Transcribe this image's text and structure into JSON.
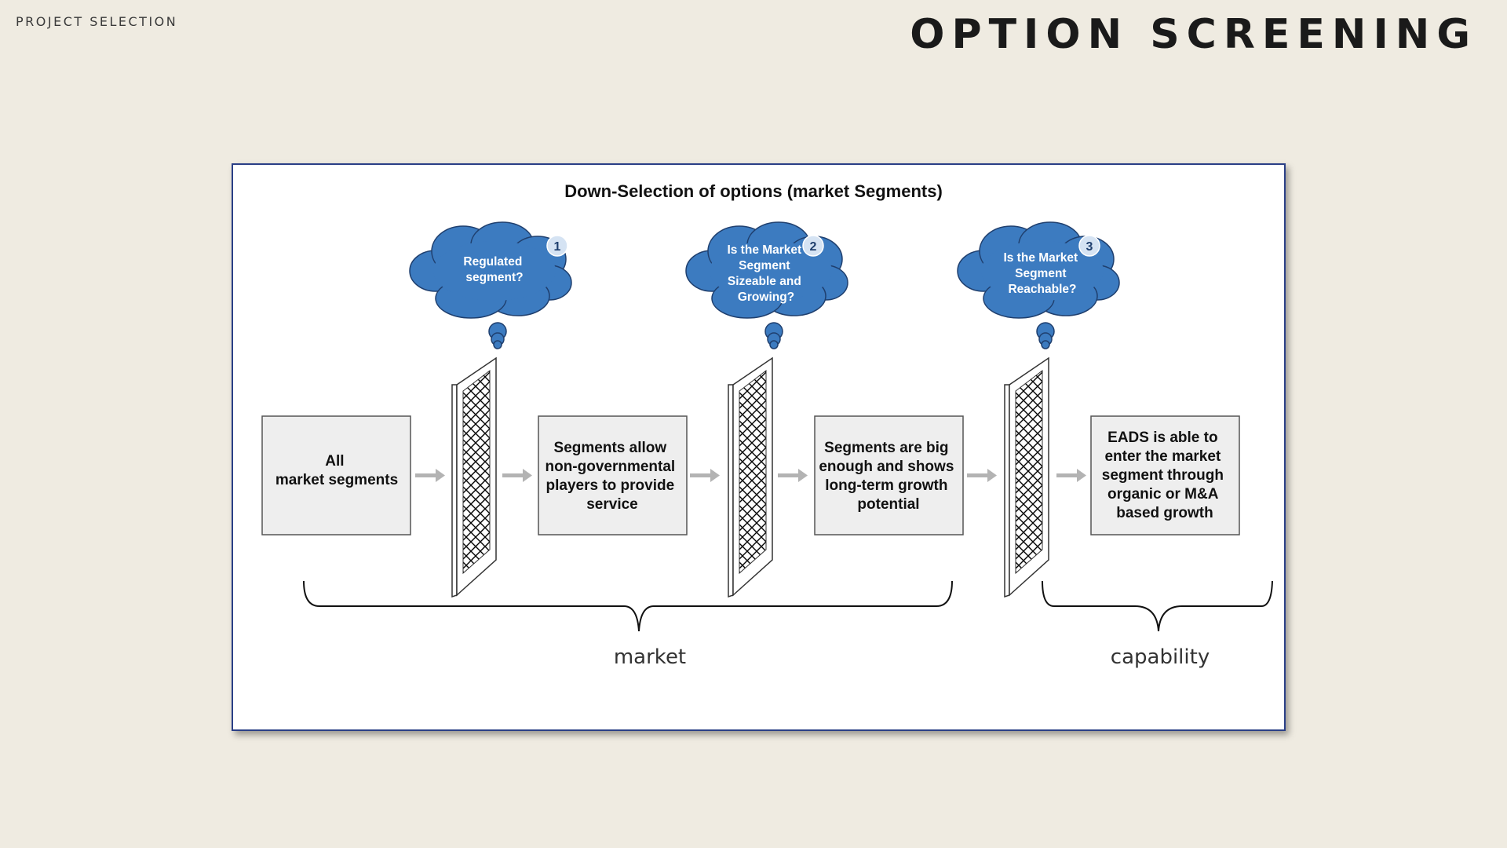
{
  "header": {
    "kicker": "PROJECT SELECTION",
    "title": "OPTION SCREENING"
  },
  "diagram": {
    "title": "Down-Selection of  options (market Segments)",
    "boxes": [
      {
        "lines": [
          "All",
          "market segments"
        ]
      },
      {
        "lines": [
          "Segments allow",
          "non-governmental",
          "players to provide",
          "service"
        ]
      },
      {
        "lines": [
          "Segments are big",
          "enough and shows",
          "long-term growth",
          "potential"
        ]
      },
      {
        "lines": [
          "EADS is able to",
          "enter the market",
          "segment through",
          "organic or M&A",
          "based growth"
        ]
      }
    ],
    "filters": [
      {
        "number": "1",
        "question_lines": [
          "Regulated",
          "segment?"
        ]
      },
      {
        "number": "2",
        "question_lines": [
          "Is the Market",
          "Segment",
          "Sizeable and",
          "Growing?"
        ]
      },
      {
        "number": "3",
        "question_lines": [
          "Is the Market",
          "Segment",
          "Reachable?"
        ]
      }
    ],
    "brace_labels": {
      "left": "market",
      "right": "capability"
    },
    "colors": {
      "cloud_fill": "#3C7BC0",
      "cloud_stroke": "#1F3F6E",
      "badge_fill": "#D5E3F3",
      "box_fill": "#EEEEEE",
      "arrow": "#B3B3B3",
      "frame_border": "#2A3F86"
    }
  }
}
